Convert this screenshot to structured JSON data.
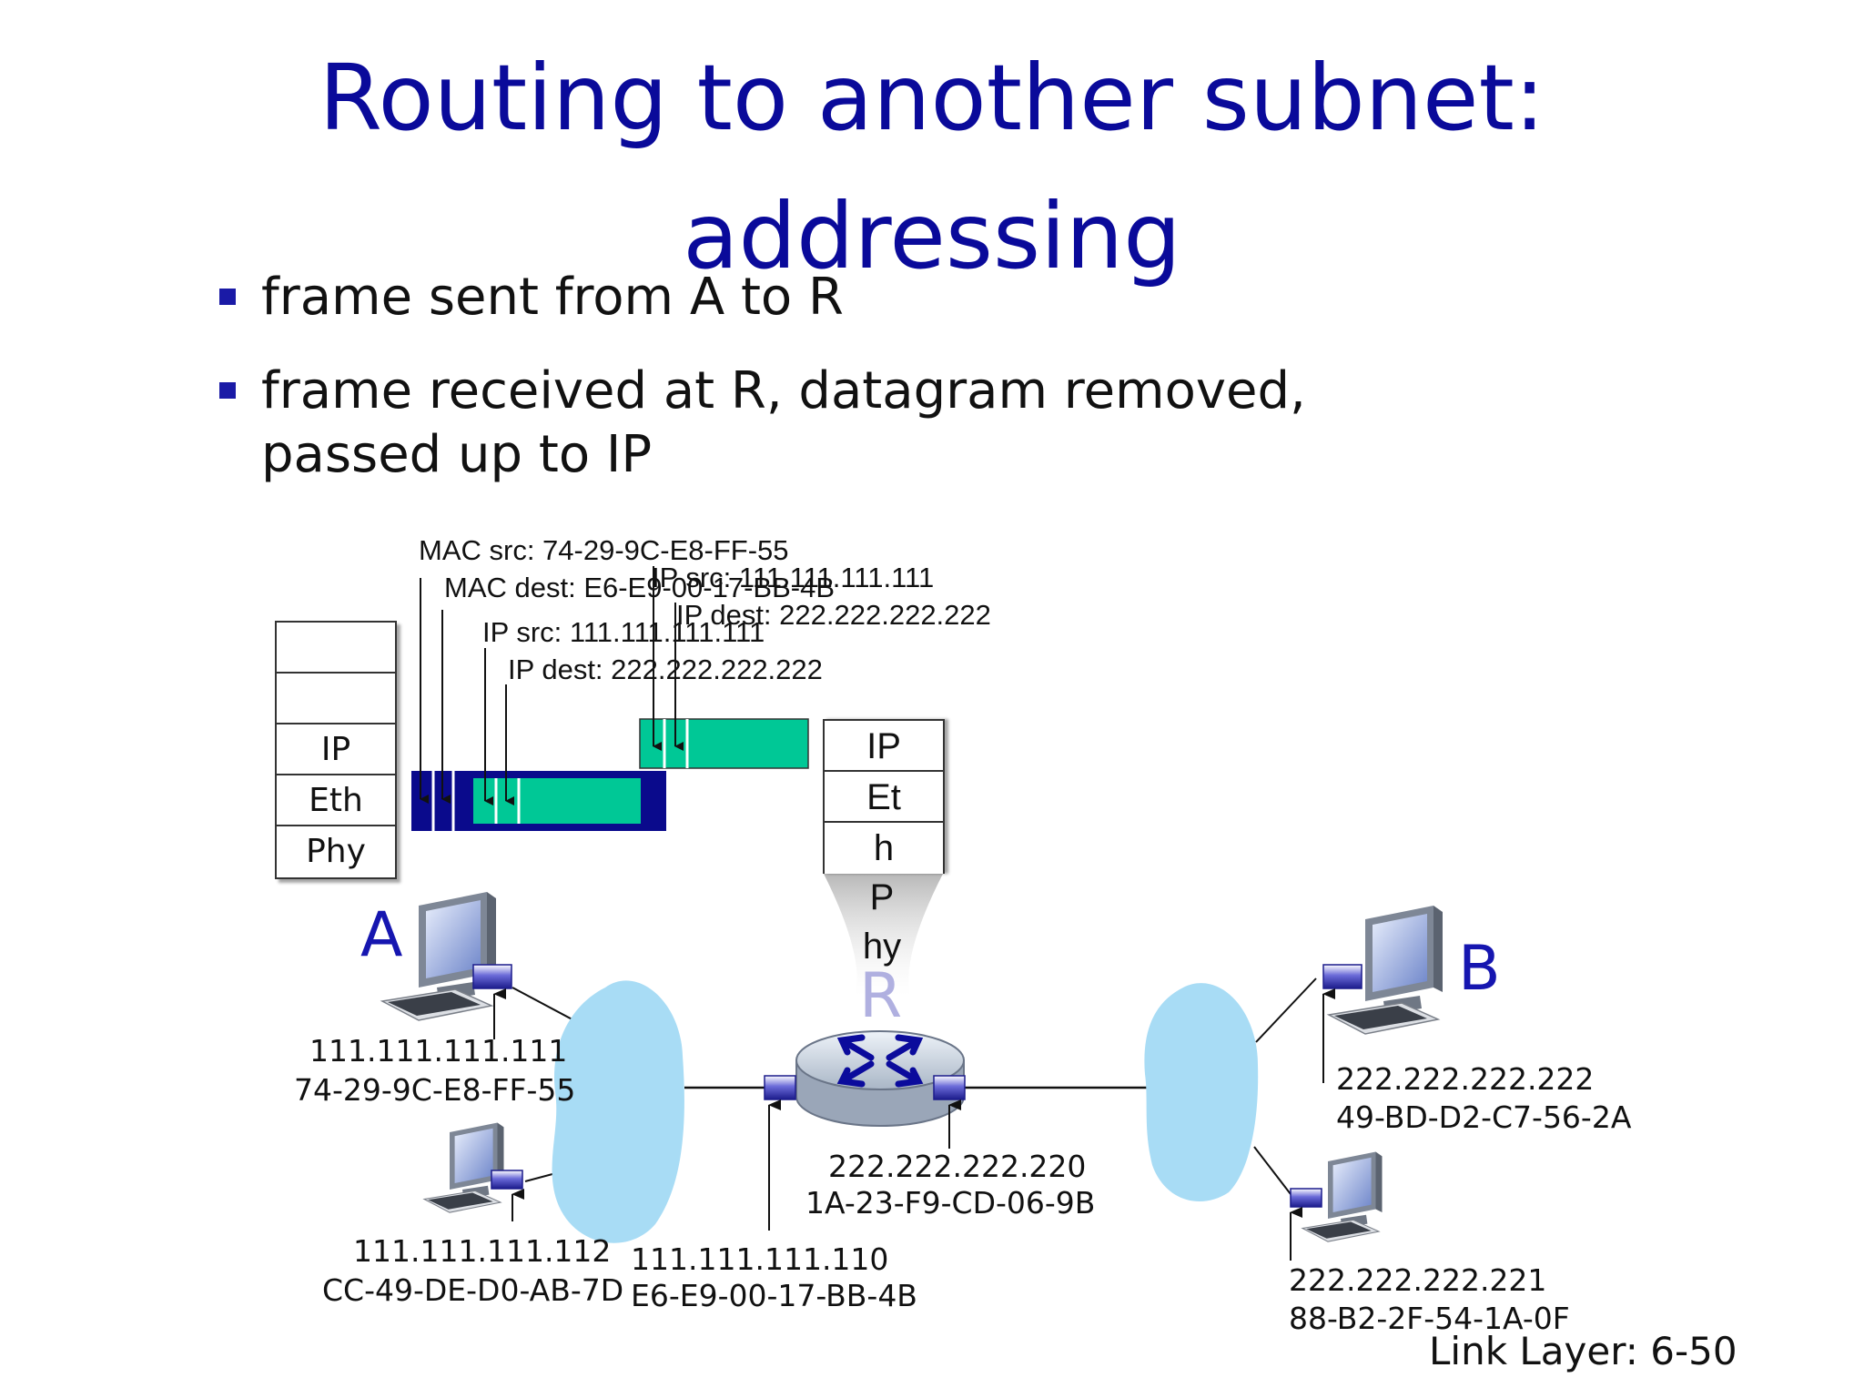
{
  "title": {
    "line1": "Routing to another subnet:",
    "line2": "addressing"
  },
  "bullets": [
    {
      "line1": "frame sent from A to R",
      "line2": ""
    },
    {
      "line1": "frame received at R, datagram removed,",
      "line2": "passed up to IP"
    }
  ],
  "frame_headers": {
    "mac_src": "MAC src: 74-29-9C-E8-FF-55",
    "mac_dest": "MAC dest: E6-E9-00-17-BB-4B",
    "ip_src": "IP src: 111.111.111.111",
    "ip_dest": "IP dest: 222.222.222.222"
  },
  "datagram_headers": {
    "ip_src": "IP src: 111.111.111.111",
    "ip_dest": "IP dest: 222.222.222.222"
  },
  "stack_a": [
    "",
    "",
    "IP",
    "Eth",
    "Phy"
  ],
  "stack_r": [
    "IP",
    "Et",
    "h",
    "P",
    "hy"
  ],
  "labels": {
    "host_a": "A",
    "host_b": "B",
    "router": "R"
  },
  "hosts": {
    "a": {
      "ip": "111.111.111.111",
      "mac": "74-29-9C-E8-FF-55"
    },
    "a2": {
      "ip": "111.111.111.112",
      "mac": "CC-49-DE-D0-AB-7D"
    },
    "router_left": {
      "ip": "111.111.111.110",
      "mac": "E6-E9-00-17-BB-4B"
    },
    "router_right": {
      "ip": "222.222.222.220",
      "mac": "1A-23-F9-CD-06-9B"
    },
    "b": {
      "ip": "222.222.222.222",
      "mac": "49-BD-D2-C7-56-2A"
    },
    "b2": {
      "ip": "222.222.222.221",
      "mac": "88-B2-2F-54-1A-0F"
    }
  },
  "footer": "Link Layer: 6-50",
  "colors": {
    "title": "#0a0a9a",
    "frame": "#0a0a8c",
    "datagram": "#00c896",
    "cloud": "#a8dcf5",
    "router_label": "#b0b0e0"
  }
}
